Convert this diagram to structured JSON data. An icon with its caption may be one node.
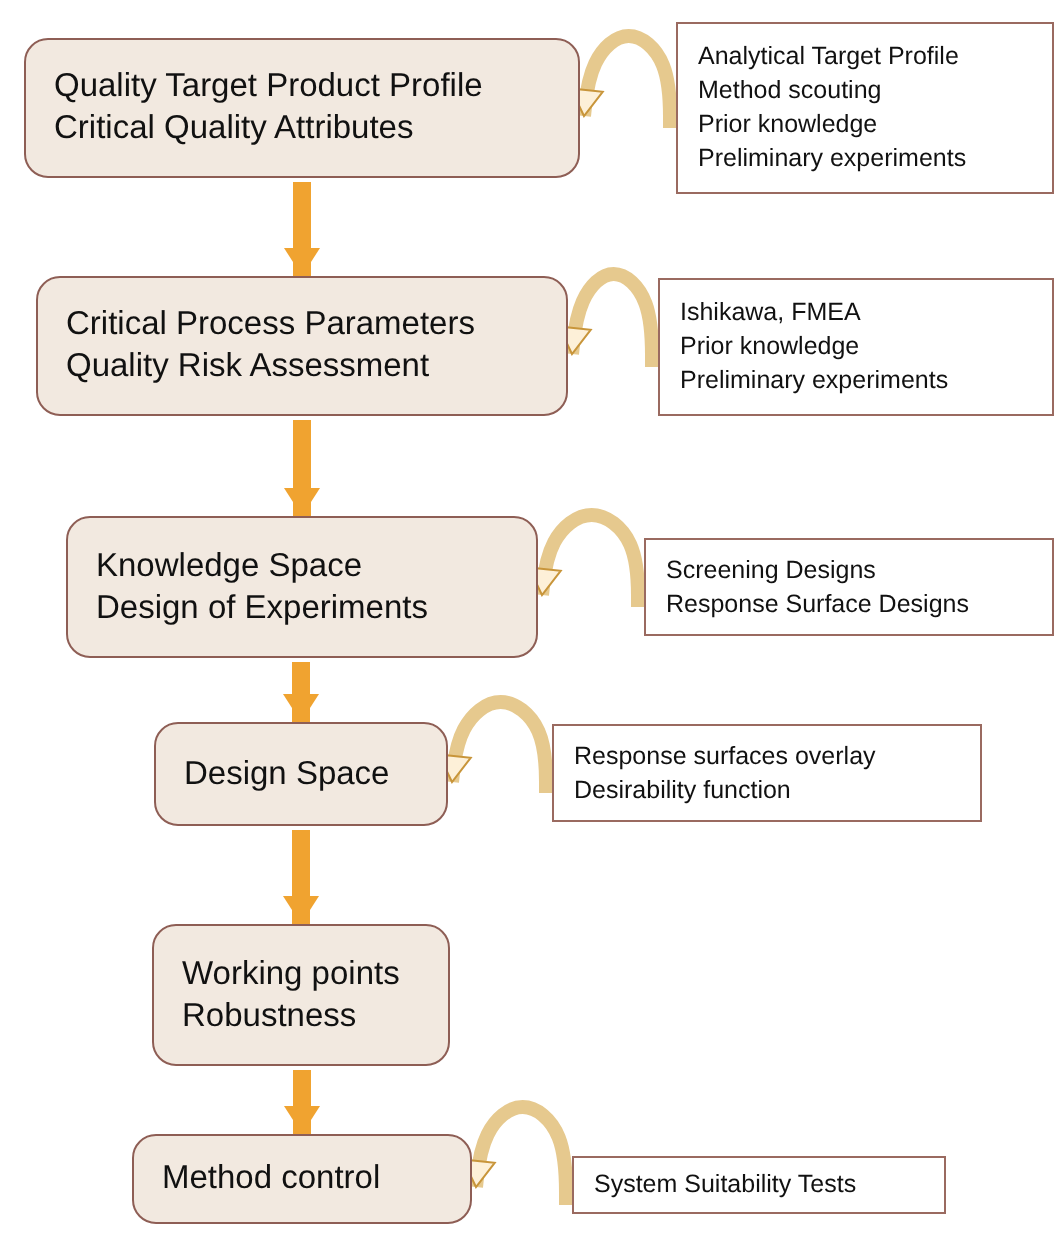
{
  "diagram": {
    "nodes": [
      {
        "text": [
          "Quality Target Product Profile",
          "Critical Quality Attributes"
        ]
      },
      {
        "text": [
          "Analytical Target Profile",
          "Method scouting",
          "Prior knowledge",
          "Preliminary experiments"
        ]
      },
      {
        "text": [
          "Critical Process Parameters",
          "Quality Risk Assessment"
        ]
      },
      {
        "text": [
          "Ishikawa, FMEA",
          "Prior knowledge",
          "Preliminary experiments"
        ]
      },
      {
        "text": [
          "Knowledge Space",
          "Design of Experiments"
        ]
      },
      {
        "text": [
          "Screening Designs",
          "Response Surface Designs"
        ]
      },
      {
        "text": [
          "Design Space"
        ]
      },
      {
        "text": [
          "Response surfaces overlay",
          "Desirability function"
        ]
      },
      {
        "text": [
          "Working points",
          "Robustness"
        ]
      },
      {
        "text": [
          "Method control"
        ]
      },
      {
        "text": [
          "System Suitability Tests"
        ]
      }
    ],
    "edges": [
      {
        "from": 0,
        "to": 2,
        "arrow": "to"
      },
      {
        "from": 2,
        "to": 4,
        "arrow": "to"
      },
      {
        "from": 4,
        "to": 6,
        "arrow": "to"
      },
      {
        "from": 6,
        "to": 8,
        "arrow": "to"
      },
      {
        "from": 8,
        "to": 9,
        "arrow": "to"
      },
      {
        "from": 1,
        "to": 0,
        "arrow": "to",
        "color": "#e6c98e"
      },
      {
        "from": 3,
        "to": 2,
        "arrow": "to",
        "color": "#e6c98e"
      },
      {
        "from": 5,
        "to": 4,
        "arrow": "to",
        "color": "#e6c98e"
      },
      {
        "from": 7,
        "to": 6,
        "arrow": "to",
        "color": "#e6c98e"
      },
      {
        "from": 10,
        "to": 9,
        "arrow": "to",
        "color": "#e6c98e"
      }
    ]
  }
}
